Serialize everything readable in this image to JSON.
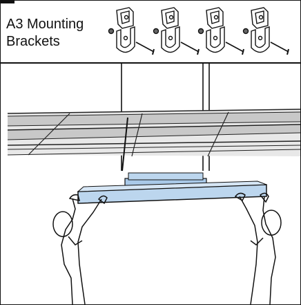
{
  "title": {
    "line1": "A3 Mounting",
    "line2": "Brackets"
  },
  "bracket_count": 4,
  "colors": {
    "outline": "#111111",
    "panel_fill": "#bcd6ee",
    "panel_edge": "#5a7fa6",
    "ceiling_fill": "#c8c8c8",
    "grid_line": "#222222"
  },
  "icons": {
    "bracket": "mounting-bracket-with-screw",
    "person": "installer-figure"
  }
}
